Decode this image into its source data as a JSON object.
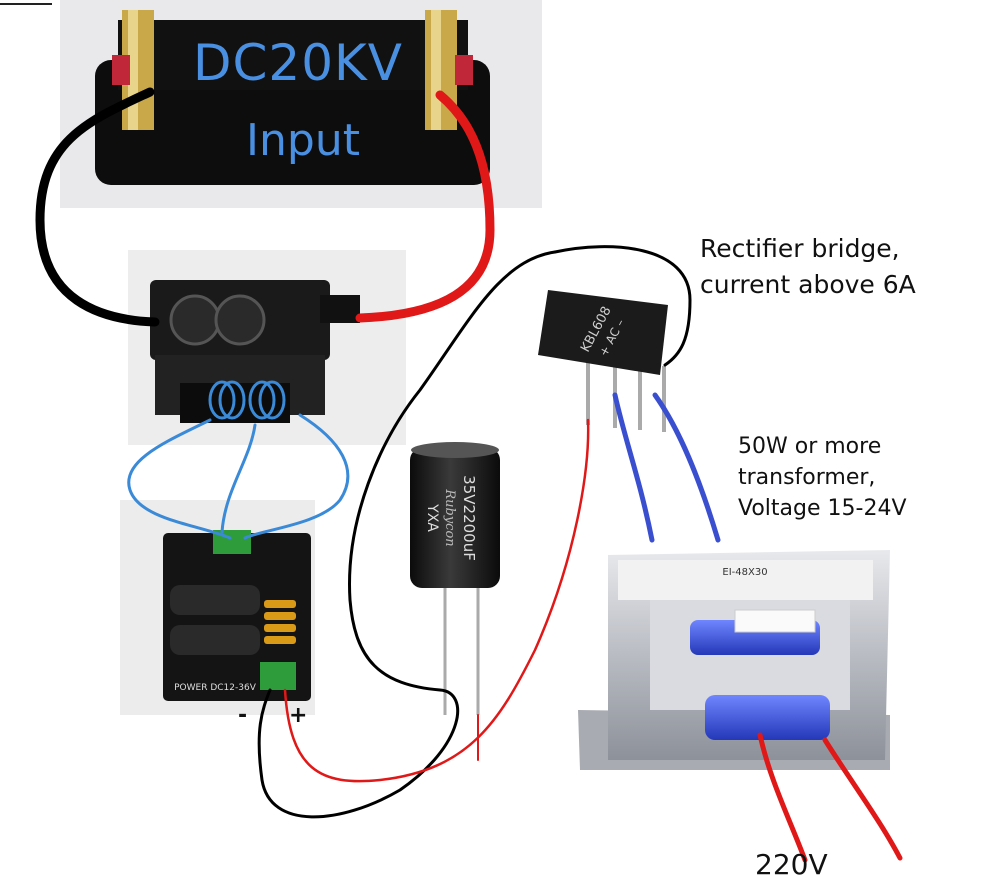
{
  "photo_text": {
    "hv_label": "DC20KV",
    "hv_sub": "Input",
    "capacitor_lines": [
      "35V2200uF",
      "Rubycon",
      "YXA"
    ],
    "bridge_lines": [
      "KBL608",
      "+ AC –"
    ],
    "transformer_label": "EI-48X30",
    "board_label": "POWER DC12-36V"
  },
  "annotations": {
    "rectifier": [
      "Rectifier bridge,",
      "current above 6A"
    ],
    "transformer": [
      "50W or more",
      "transformer,",
      "Voltage 15-24V"
    ],
    "mains": "220V",
    "minus": "-",
    "plus": "+"
  },
  "colors": {
    "wire_black": "#000000",
    "wire_red": "#e01818",
    "wire_blue": "#3a4fd0",
    "label_blue": "#4a90e2",
    "hv_base": "#0d0d0d"
  }
}
